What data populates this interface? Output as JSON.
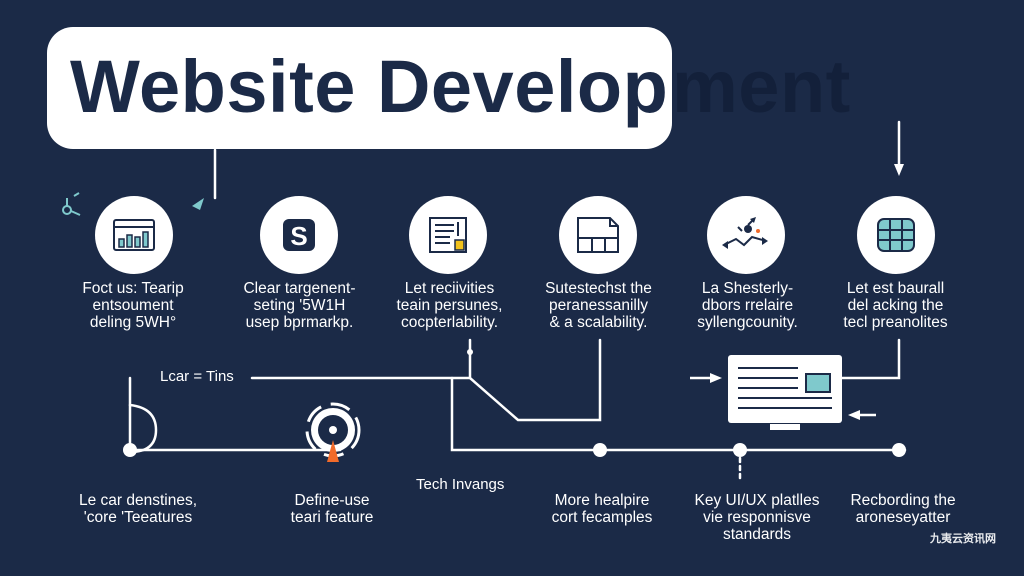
{
  "title": {
    "dark": "Website Develop",
    "faded": "ment"
  },
  "top_steps": [
    {
      "icon": "chart-window-icon",
      "label": "Foct us: Tearip\nentsoument\ndeling 5WH°"
    },
    {
      "icon": "s-logo-icon",
      "label": "Clear targenent-\nseting '5W1H\nusep bprmarkp."
    },
    {
      "icon": "document-icon",
      "label": "Let reciivities\nteain persunes,\ncocpterlability."
    },
    {
      "icon": "layout-icon",
      "label": "Sutestechst the\nperanessanilly\n& a scalability."
    },
    {
      "icon": "network-arrows-icon",
      "label": "La Shesterly-\ndbors rrelaire\nsyllengcounity."
    },
    {
      "icon": "chip-icon",
      "label": "Let est baurall\ndel acking the\ntecl preanolites"
    }
  ],
  "timeline_label": "Lcar = Tins",
  "tech_label": "Tech Invangs",
  "bottom_steps": [
    {
      "label": "Le car denstines,\n'core 'Teeatures"
    },
    {
      "label": "Define-use\nteari feature"
    },
    {
      "label": "More healpire\ncort fecamples"
    },
    {
      "label": "Key UI/UX platlles\nvie responnisve\nstandards"
    },
    {
      "label": "Recbording the\naroneseyatter"
    }
  ],
  "watermark": "九夷云资讯网",
  "colors": {
    "background": "#1b2a47",
    "card": "#ffffff",
    "accent_teal": "#7fc9cc",
    "accent_orange": "#f26b2a",
    "accent_yellow": "#f2c21b"
  }
}
